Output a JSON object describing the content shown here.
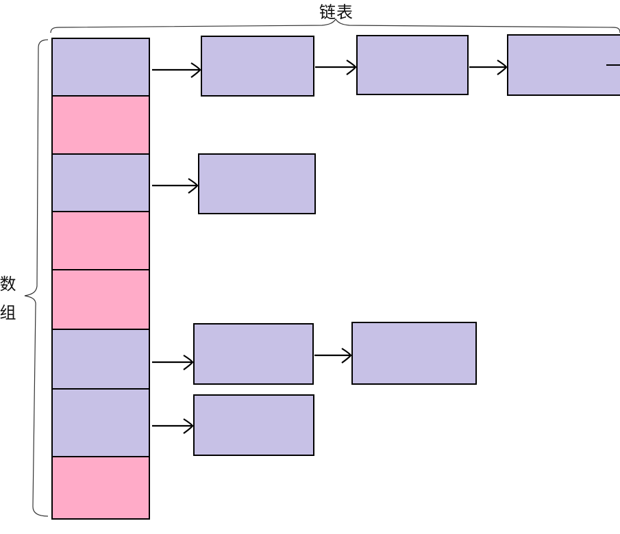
{
  "labels": {
    "linked_list": "链表",
    "array": "数组"
  },
  "colors": {
    "occupied_slot": "#c7c1e6",
    "empty_slot": "#ffabc8",
    "node_fill": "#c7c1e6",
    "stroke": "#000000"
  },
  "array_slots": [
    "occupied",
    "empty",
    "occupied",
    "empty",
    "empty",
    "occupied",
    "occupied",
    "empty"
  ],
  "chains": [
    {
      "slot": 0,
      "node_count": 3
    },
    {
      "slot": 2,
      "node_count": 1
    },
    {
      "slot": 5,
      "node_count": 2
    },
    {
      "slot": 6,
      "node_count": 1
    }
  ]
}
